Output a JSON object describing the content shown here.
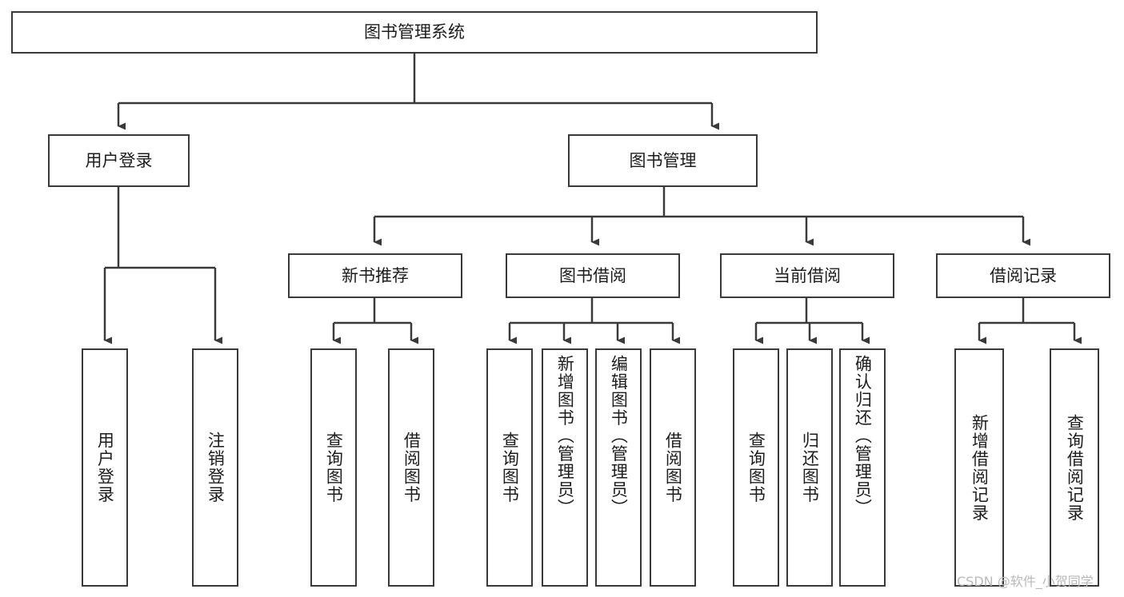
{
  "diagram": {
    "type": "tree-hierarchy-flowchart",
    "title": "图书管理系统",
    "orientation": "top-down",
    "colors": {
      "background": "#ffffff",
      "node_fill": "#ffffff",
      "node_border": "#3a3a3a",
      "connector": "#3a3a3a",
      "text": "#1c1c1c",
      "watermark": "#b9b9b9"
    },
    "root": {
      "label": "图书管理系统",
      "name": "node-library-management-system"
    },
    "level1": [
      {
        "label": "用户登录",
        "name": "node-user-login"
      },
      {
        "label": "图书管理",
        "name": "node-book-management"
      }
    ],
    "level2": [
      {
        "label": "新书推荐",
        "name": "node-new-book-recommendation"
      },
      {
        "label": "图书借阅",
        "name": "node-book-borrowing"
      },
      {
        "label": "当前借阅",
        "name": "node-current-borrowing"
      },
      {
        "label": "借阅记录",
        "name": "node-borrowing-records"
      }
    ],
    "leaves": {
      "user_login": [
        {
          "label": "用户登录",
          "name": "leaf-user-login"
        },
        {
          "label": "注销登录",
          "name": "leaf-logout"
        }
      ],
      "new_book_recommendation": [
        {
          "label": "查询图书",
          "name": "leaf-query-books-recommend"
        },
        {
          "label": "借阅图书",
          "name": "leaf-borrow-books-recommend"
        }
      ],
      "book_borrowing": [
        {
          "label": "查询图书",
          "name": "leaf-query-books-borrow"
        },
        {
          "label": "新增图书（管理员）",
          "name": "leaf-add-book-admin"
        },
        {
          "label": "编辑图书（管理员）",
          "name": "leaf-edit-book-admin"
        },
        {
          "label": "借阅图书",
          "name": "leaf-borrow-books"
        }
      ],
      "current_borrowing": [
        {
          "label": "查询图书",
          "name": "leaf-query-books-current"
        },
        {
          "label": "归还图书",
          "name": "leaf-return-books"
        },
        {
          "label": "确认归还（管理员）",
          "name": "leaf-confirm-return-admin"
        }
      ],
      "borrowing_records": [
        {
          "label": "新增借阅记录",
          "name": "leaf-add-borrow-record"
        },
        {
          "label": "查询借阅记录",
          "name": "leaf-query-borrow-record"
        }
      ]
    }
  },
  "watermark": {
    "text": "CSDN @软件_小贺同学"
  }
}
